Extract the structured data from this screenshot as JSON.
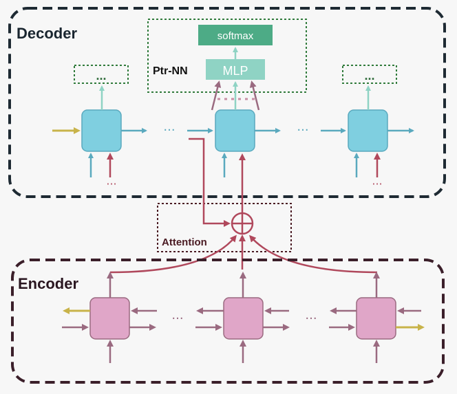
{
  "decoder": {
    "title": "Decoder"
  },
  "encoder": {
    "title": "Encoder"
  },
  "ptr_nn": {
    "label": "Ptr-NN",
    "mlp_label": "MLP",
    "softmax_label": "softmax"
  },
  "attention": {
    "label": "Attention"
  },
  "ellipsis": "···",
  "dots_box": "...",
  "colors": {
    "decoder_cell": "#7fcfe0",
    "encoder_cell": "#e0a6c8",
    "softmax": "#4dab86",
    "mlp": "#8fd3c4",
    "teal_arrow": "#5aa9be",
    "red_arrow": "#b0485c",
    "mauve_arrow": "#9a6a80",
    "yellow_arrow": "#c8b34a",
    "decoder_border": "#1e2a33",
    "encoder_border": "#3b1f2a"
  }
}
